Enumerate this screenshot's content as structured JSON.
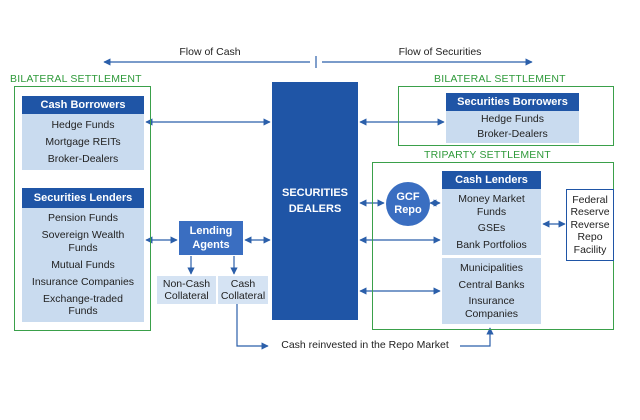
{
  "flow": {
    "cash": "Flow of Cash",
    "securities": "Flow of Securities"
  },
  "labels": {
    "bilateral_left": "BILATERAL SETTLEMENT",
    "bilateral_right": "BILATERAL SETTLEMENT",
    "triparty": "TRIPARTY SETTLEMENT"
  },
  "dealers": {
    "line1": "SECURITIES",
    "line2": "DEALERS"
  },
  "cash_borrowers": {
    "title": "Cash Borrowers",
    "items": [
      "Hedge Funds",
      "Mortgage REITs",
      "Broker-Dealers"
    ]
  },
  "securities_lenders": {
    "title": "Securities Lenders",
    "items": [
      "Pension Funds",
      "Sovereign Wealth Funds",
      "Mutual Funds",
      "Insurance Companies",
      "Exchange-traded Funds"
    ]
  },
  "lending_agents": {
    "line1": "Lending",
    "line2": "Agents"
  },
  "non_cash_collateral": {
    "line1": "Non-Cash",
    "line2": "Collateral"
  },
  "cash_collateral": {
    "line1": "Cash",
    "line2": "Collateral"
  },
  "securities_borrowers": {
    "title": "Securities Borrowers",
    "items": [
      "Hedge Funds",
      "Broker-Dealers"
    ]
  },
  "gcf_repo": {
    "line1": "GCF",
    "line2": "Repo"
  },
  "cash_lenders": {
    "title": "Cash Lenders",
    "group1": [
      "Money Market Funds",
      "GSEs",
      "Bank Portfolios"
    ],
    "group2": [
      "Municipalities",
      "Central Banks",
      "Insurance Companies"
    ]
  },
  "fed_facility": {
    "lines": [
      "Federal",
      "Reserve",
      "Reverse",
      "Repo",
      "Facility"
    ]
  },
  "reinvest": "Cash reinvested in the Repo Market",
  "colors": {
    "dark_blue": "#1f55a6",
    "light_blue": "#c9dbef",
    "green": "#3aa04a",
    "arrow": "#2b5faa"
  }
}
